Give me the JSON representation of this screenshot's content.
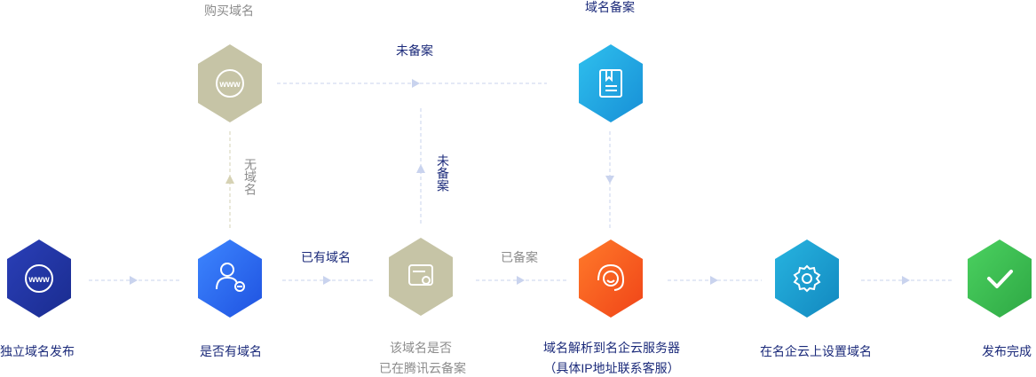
{
  "steps": {
    "publish_own": "独立域名发布",
    "has_domain": "是否有域名",
    "check_record_1": "该域名是否",
    "check_record_2": "已在腾讯云备案",
    "dns_1": "域名解析到名企云服务器",
    "dns_2": "（具体IP地址联系客服）",
    "setup": "在名企云上设置域名",
    "done": "发布完成",
    "buy": "购买域名",
    "record": "域名备案"
  },
  "edges": {
    "has": "已有域名",
    "none": "无域名",
    "recorded": "已备案",
    "not_recorded_top": "未备案",
    "not_recorded_vertical": "未备案"
  },
  "icons": {
    "publish_own": "www-icon",
    "has_domain": "user-question-icon",
    "check_record": "record-check-icon",
    "dns": "customer-service-icon",
    "setup": "gear-icon",
    "done": "check-icon",
    "buy": "www-icon",
    "record": "record-book-icon"
  },
  "colors": {
    "navy": "#1b2a7a",
    "gray_text": "#8c8c8c",
    "blue_dark": "#1f3fae",
    "blue": "#2f6ff0",
    "khaki": "#c6c4a6",
    "orange": "#f2571e",
    "teal": "#1a9fd0",
    "green": "#3cbe52",
    "cyan": "#1fa5e3"
  }
}
